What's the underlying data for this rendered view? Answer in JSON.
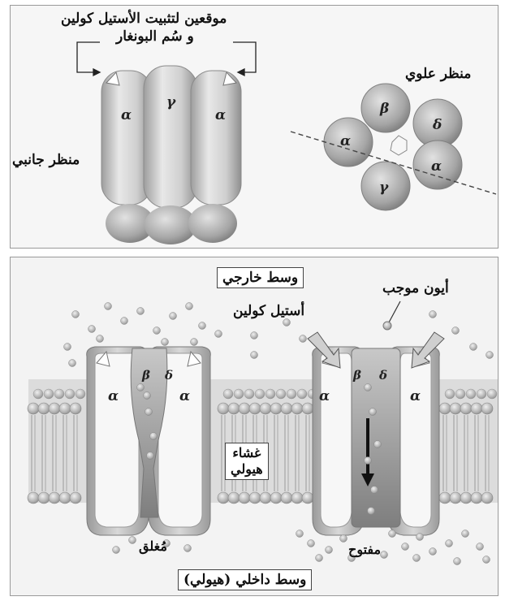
{
  "top": {
    "binding_sites_label_line1": "موقعين لتثبيت الأستيل كولين",
    "binding_sites_label_line2": "و سُم البونغار",
    "side_view_label": "منظر جانبي",
    "top_view_label": "منظر علوي",
    "side_subunits": [
      "α",
      "γ",
      "α"
    ],
    "top_subunits": [
      "β",
      "δ",
      "α",
      "α",
      "γ"
    ]
  },
  "bottom": {
    "outside_label": "وسط خارجي",
    "inside_label": "وسط داخلي (هيولي)",
    "membrane_label_line1": "غشاء",
    "membrane_label_line2": "هيولي",
    "cation_label": "أيون موجب",
    "acetylcholine_label": "أستيل كولين",
    "closed_label": "مُغلق",
    "open_label": "مفتوح",
    "closed_subunits": [
      "α",
      "β",
      "δ",
      "α"
    ],
    "open_subunits": [
      "α",
      "β",
      "δ",
      "α"
    ]
  },
  "colors": {
    "protein_light": "#e6e6e6",
    "protein_dark": "#8a8a8a",
    "lipid_head": "#b8b8b8",
    "arrow": "#111111"
  }
}
